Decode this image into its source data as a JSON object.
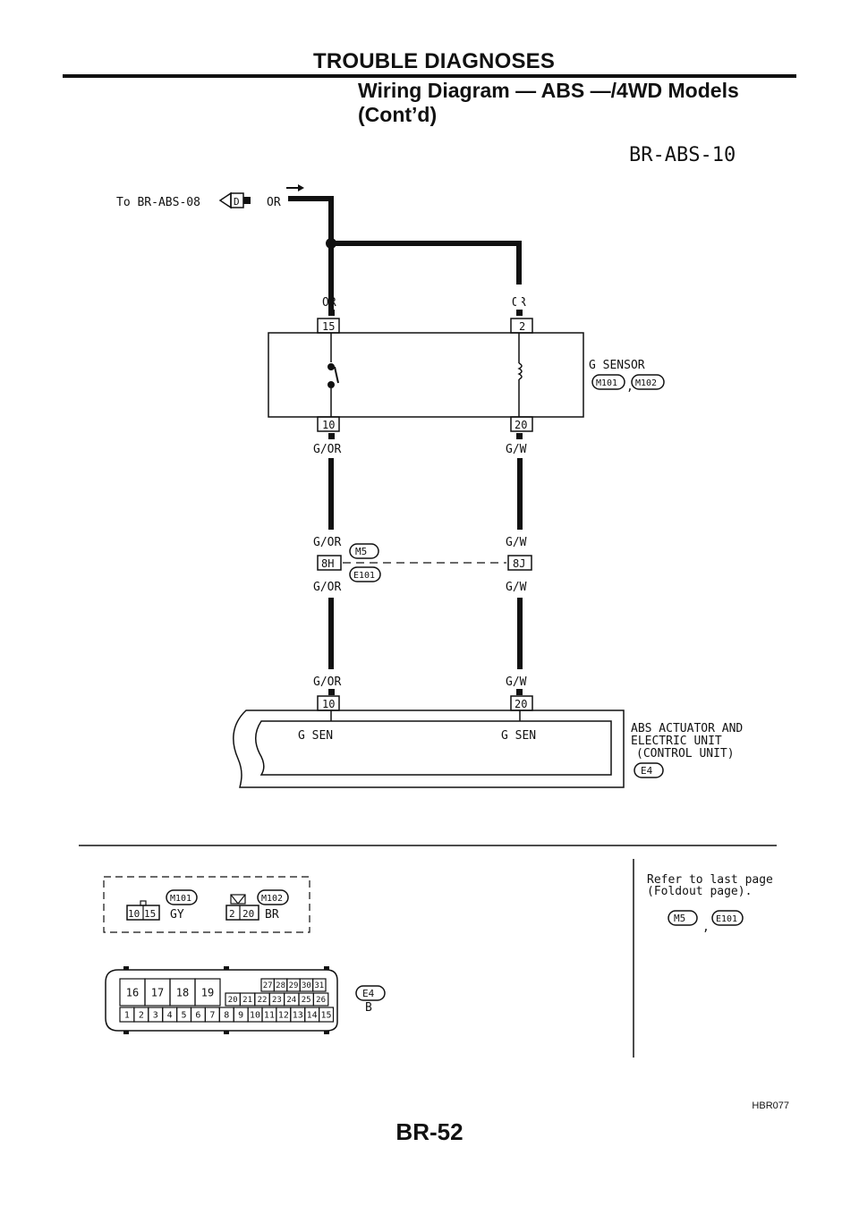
{
  "header": {
    "title": "TROUBLE DIAGNOSES",
    "subtitle_line1": "Wiring Diagram — ABS —/4WD Models",
    "subtitle_line2": "(Cont’d)"
  },
  "diagram": {
    "id": "BR-ABS-10",
    "to_label": "To BR-ABS-08",
    "to_connector": "D",
    "top_wire": "OR",
    "wire_or_left": "OR",
    "wire_or_right": "OR",
    "g_sensor": {
      "name": "G SENSOR",
      "pin_top_left": "15",
      "pin_top_right": "2",
      "pin_bot_left": "10",
      "pin_bot_right": "20",
      "connectors": [
        "M101",
        "M102"
      ]
    },
    "wire_gor": "G/OR",
    "wire_gw": "G/W",
    "junction": {
      "left_pin": "8H",
      "right_pin": "8J",
      "connectors": [
        "M5",
        "E101"
      ]
    },
    "abs_unit": {
      "pin_left": "10",
      "pin_right": "20",
      "label_left": "G SEN",
      "label_right": "G SEN",
      "name_line1": "ABS ACTUATOR AND",
      "name_line2": "ELECTRIC UNIT",
      "name_line3": "(CONTROL UNIT)",
      "connector": "E4"
    }
  },
  "connectors_section": {
    "m101": {
      "id": "M101",
      "pins": [
        "10",
        "15"
      ],
      "color": "GY"
    },
    "m102": {
      "id": "M102",
      "pins": [
        "2",
        "20"
      ],
      "color": "BR"
    },
    "e4": {
      "id": "E4",
      "color": "B",
      "row_top_large": [
        "16",
        "17",
        "18",
        "19"
      ],
      "row_top_small": [
        "27",
        "28",
        "29",
        "30",
        "31"
      ],
      "row_mid": [
        "20",
        "21",
        "22",
        "23",
        "24",
        "25",
        "26"
      ],
      "row_bottom": [
        "1",
        "2",
        "3",
        "4",
        "5",
        "6",
        "7",
        "8",
        "9",
        "10",
        "11",
        "12",
        "13",
        "14",
        "15"
      ]
    },
    "refer_line1": "Refer to last page",
    "refer_line2": "(Foldout page).",
    "refer_connectors": [
      "M5",
      "E101"
    ]
  },
  "figure_code": "HBR077",
  "page_number": "BR-52"
}
